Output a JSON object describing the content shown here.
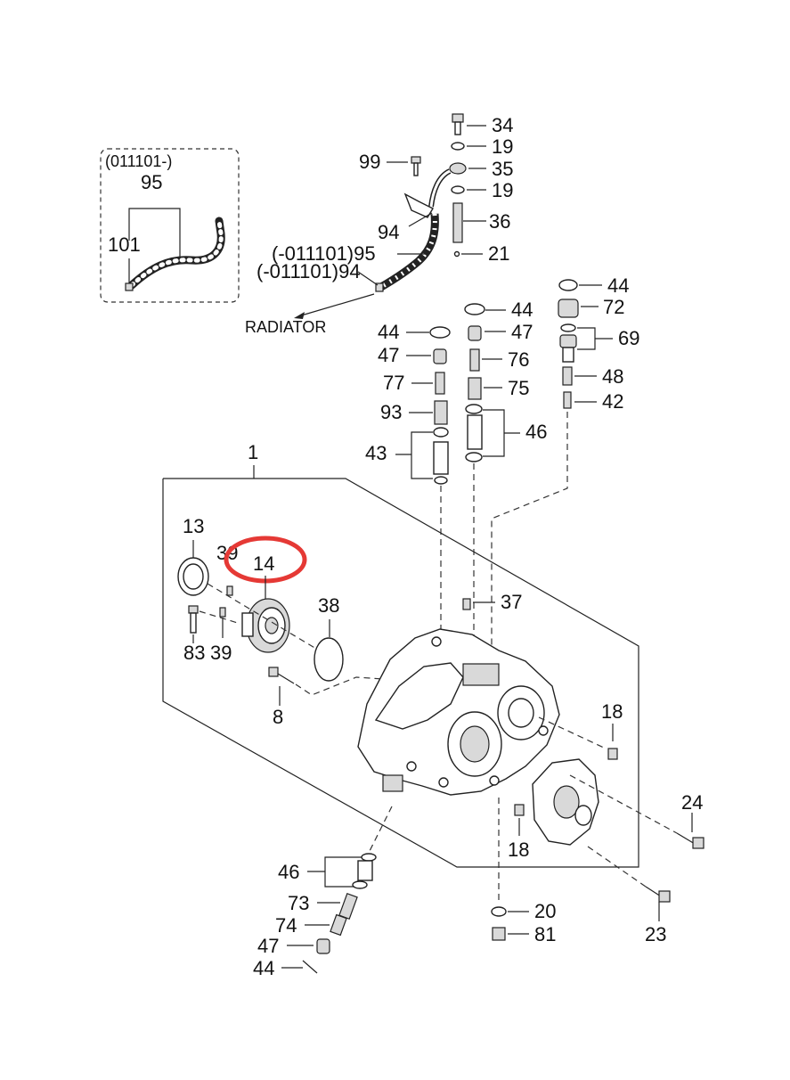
{
  "inset": {
    "date_code": "(011101-)",
    "labels": [
      "95",
      "101"
    ]
  },
  "radiator_label": "RADIATOR",
  "callouts": {
    "c34": "34",
    "c19a": "19",
    "c99": "99",
    "c35": "35",
    "c19b": "19",
    "c94": "94",
    "c36": "36",
    "c95": "(-011101)95",
    "c21": "21",
    "c94b": "(-011101)94",
    "c44a": "44",
    "c72": "72",
    "c44b": "44",
    "c44c": "44",
    "c47a": "47",
    "c69": "69",
    "c47b": "47",
    "c76": "76",
    "c77": "77",
    "c75": "75",
    "c48": "48",
    "c42": "42",
    "c93": "93",
    "c46a": "46",
    "c43": "43",
    "c1": "1",
    "c13": "13",
    "c39a": "39",
    "c14": "14",
    "c38": "38",
    "c37": "37",
    "c83": "83",
    "c39b": "39",
    "c8": "8",
    "c18a": "18",
    "c18b": "18",
    "c24": "24",
    "c46b": "46",
    "c73": "73",
    "c74": "74",
    "c47c": "47",
    "c44d": "44",
    "c20": "20",
    "c81": "81",
    "c23": "23"
  },
  "highlight": {
    "color": "#e53935",
    "target": "14"
  }
}
